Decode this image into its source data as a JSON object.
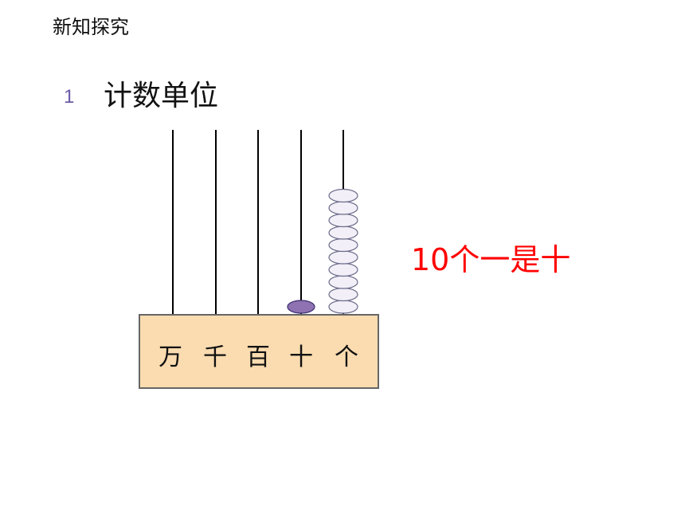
{
  "header": {
    "section_title": "新知探究"
  },
  "topic": {
    "number": "1",
    "heading": "计数单位"
  },
  "abacus": {
    "place_labels": [
      "万",
      "千",
      "百",
      "十",
      "个"
    ],
    "bead_counts": [
      0,
      0,
      0,
      1,
      10
    ],
    "colors": {
      "frame_fill": "#fadcb0",
      "frame_stroke": "#666666",
      "rod": "#000000",
      "bead_ones_fill": "#f2eff8",
      "bead_ones_stroke": "#6b6b8a",
      "bead_tens_fill": "#8e72b2",
      "bead_tens_stroke": "#3e3070"
    }
  },
  "caption": {
    "text": "10个一是十",
    "color": "#ff0000"
  }
}
